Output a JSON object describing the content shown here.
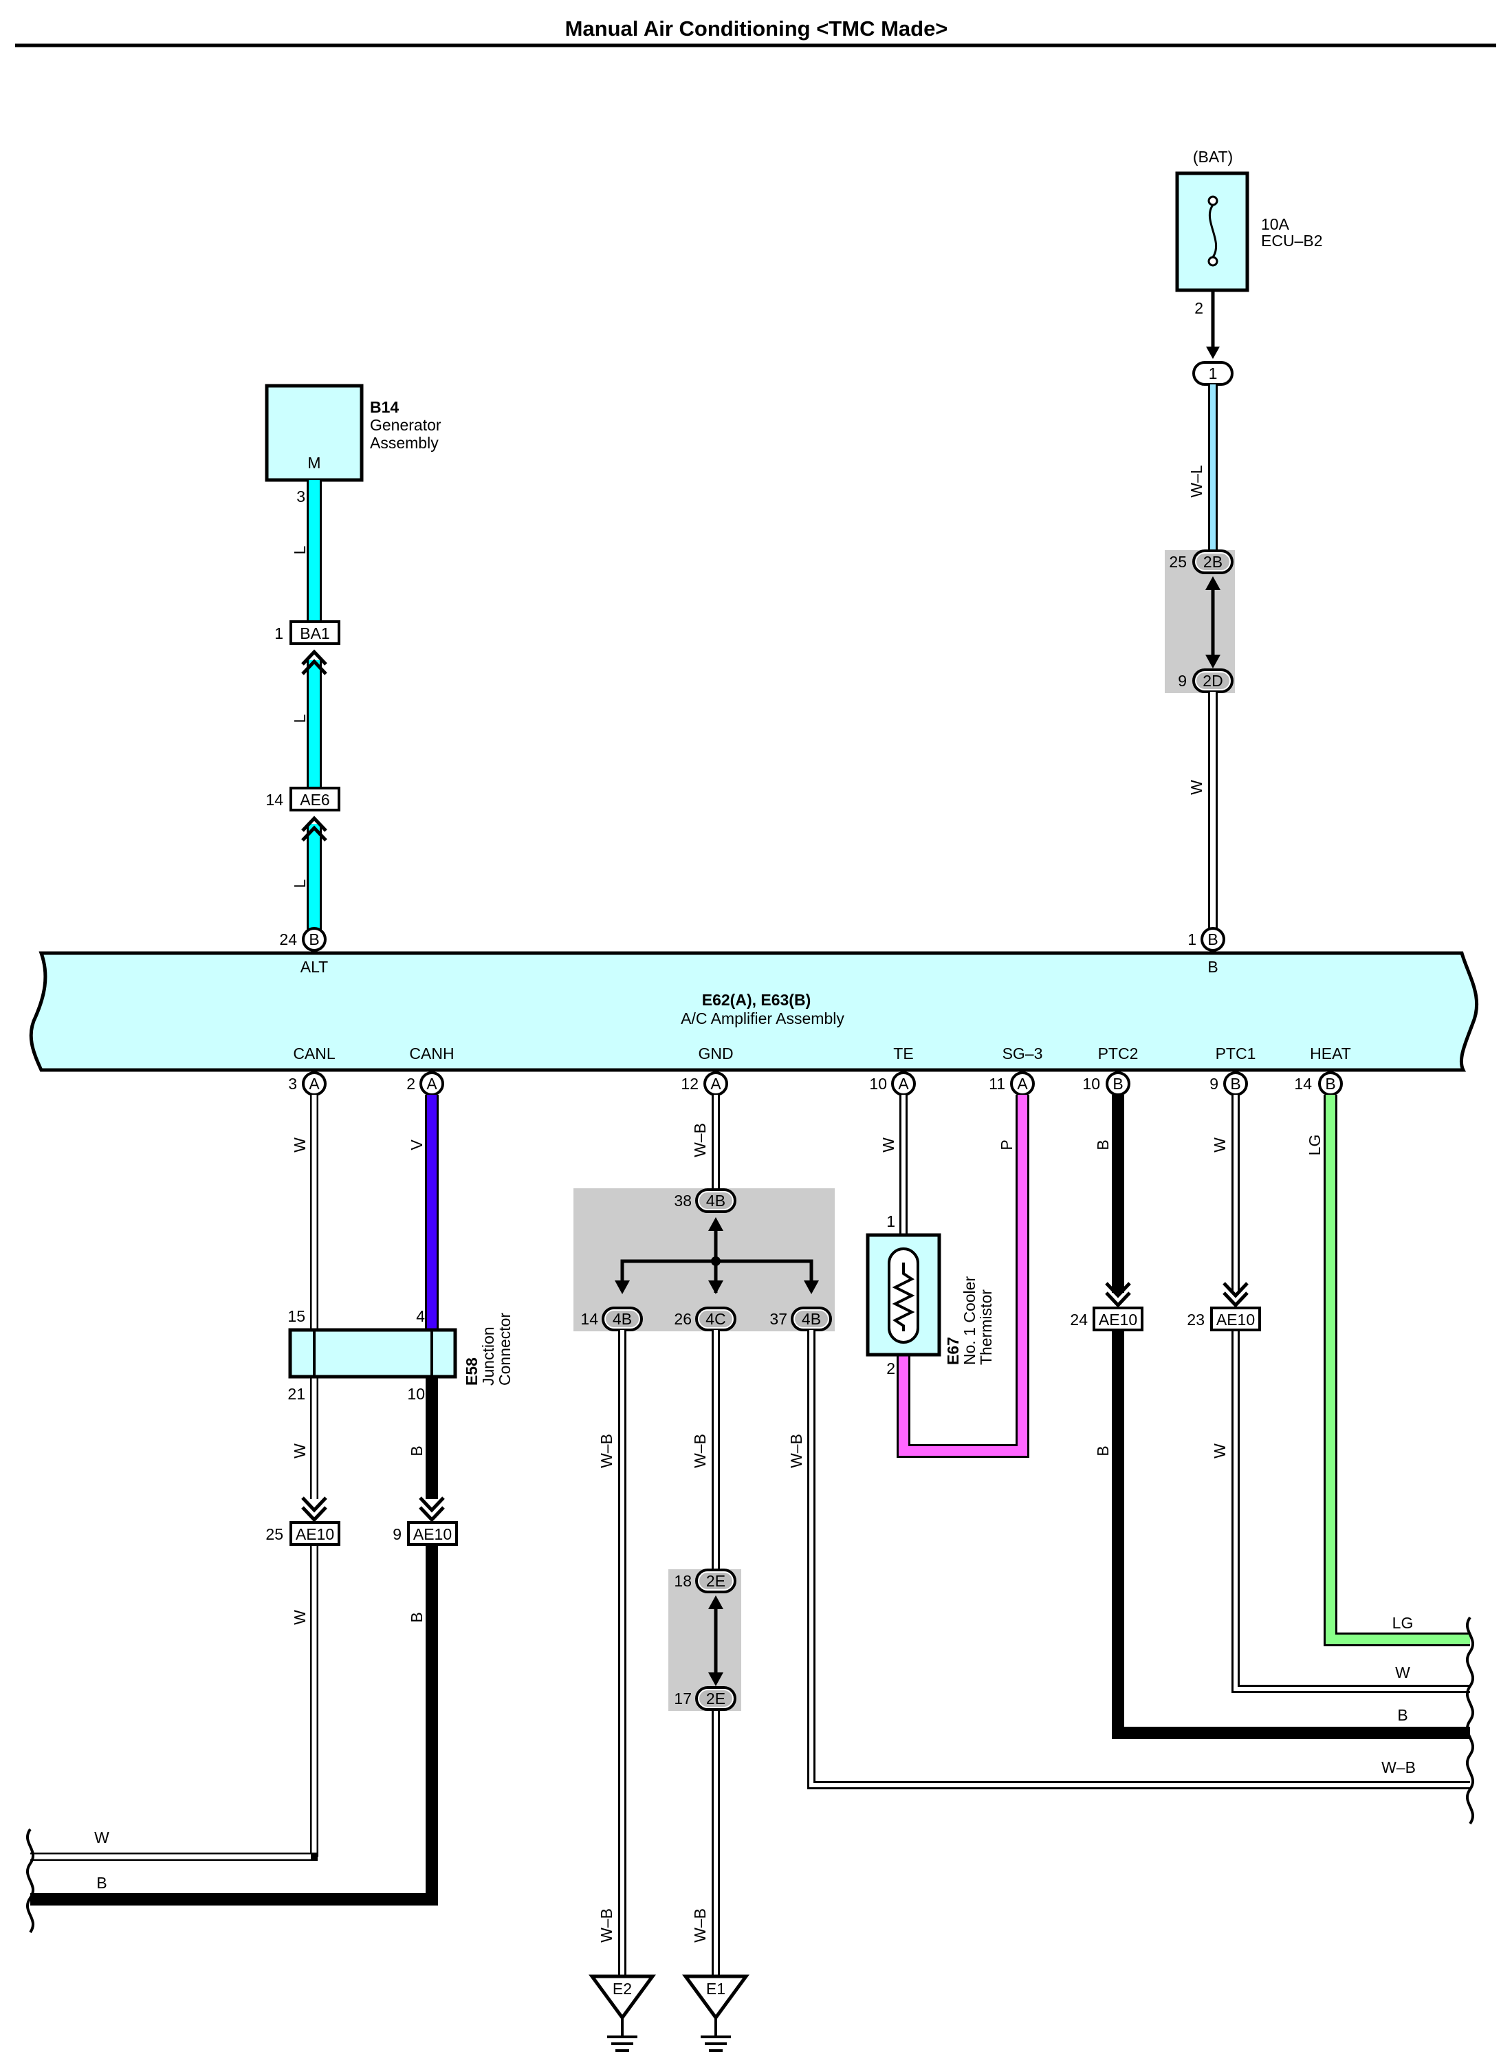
{
  "title": "Manual Air Conditioning <TMC Made>",
  "colors": {
    "L": "#00ffff",
    "W_L": "#99e6ff",
    "V": "#4400ff",
    "P": "#ff66ff",
    "LG": "#88ff88",
    "component_fill": "#ccffff",
    "splice_fill": "#cccccc"
  },
  "fuse": {
    "source": "(BAT)",
    "rating": "10A",
    "name": "ECU–B2",
    "pin": "2",
    "icon": "fuse-icon"
  },
  "generator": {
    "code": "B14",
    "name_line1": "Generator",
    "name_line2": "Assembly",
    "terminal": "M",
    "pin": "3"
  },
  "amplifier": {
    "code": "E62(A), E63(B)",
    "name": "A/C Amplifier Assembly",
    "top_pins": [
      {
        "num": "24",
        "conn": "B",
        "label": "ALT"
      },
      {
        "num": "1",
        "conn": "B",
        "label": "B"
      }
    ],
    "bottom_pins": [
      {
        "num": "3",
        "conn": "A",
        "label": "CANL"
      },
      {
        "num": "2",
        "conn": "A",
        "label": "CANH"
      },
      {
        "num": "12",
        "conn": "A",
        "label": "GND"
      },
      {
        "num": "10",
        "conn": "A",
        "label": "TE"
      },
      {
        "num": "11",
        "conn": "A",
        "label": "SG–3"
      },
      {
        "num": "10",
        "conn": "B",
        "label": "PTC2"
      },
      {
        "num": "9",
        "conn": "B",
        "label": "PTC1"
      },
      {
        "num": "14",
        "conn": "B",
        "label": "HEAT"
      }
    ]
  },
  "connectors": {
    "ba1": {
      "pin": "1",
      "name": "BA1"
    },
    "ae6": {
      "pin": "14",
      "name": "AE6"
    },
    "fuse_j1": {
      "name": "1"
    },
    "j2b": {
      "pin": "25",
      "name": "2B"
    },
    "j2d": {
      "pin": "9",
      "name": "2D"
    },
    "ae10_canl": {
      "pin": "25",
      "name": "AE10"
    },
    "ae10_canh": {
      "pin": "9",
      "name": "AE10"
    },
    "ae10_ptc2": {
      "pin": "24",
      "name": "AE10"
    },
    "ae10_ptc1": {
      "pin": "23",
      "name": "AE10"
    },
    "j4b_38": {
      "pin": "38",
      "name": "4B"
    },
    "j4b_14": {
      "pin": "14",
      "name": "4B"
    },
    "j4c_26": {
      "pin": "26",
      "name": "4C"
    },
    "j4b_37": {
      "pin": "37",
      "name": "4B"
    },
    "j2e_18": {
      "pin": "18",
      "name": "2E"
    },
    "j2e_17": {
      "pin": "17",
      "name": "2E"
    }
  },
  "junction_connector": {
    "code": "E58",
    "name_line1": "Junction",
    "name_line2": "Connector",
    "pins": [
      "15",
      "4",
      "21",
      "10"
    ]
  },
  "thermistor": {
    "code": "E67",
    "name_line1": "No. 1 Cooler",
    "name_line2": "Thermistor",
    "pin_top": "1",
    "pin_bottom": "2",
    "icon": "thermistor-icon"
  },
  "grounds": [
    {
      "name": "E2"
    },
    {
      "name": "E1"
    }
  ],
  "wire_labels": {
    "gen_1": "L",
    "gen_2": "L",
    "gen_3": "L",
    "bat_1": "W–L",
    "bat_2": "W",
    "canl_1": "W",
    "canl_2": "W",
    "canl_3": "W",
    "canl_out": "W",
    "canh_1": "V",
    "canh_2": "B",
    "canh_3": "B",
    "canh_out": "B",
    "gnd_top": "W–B",
    "gnd_14": "W–B",
    "gnd_26": "W–B",
    "gnd_37": "W–B",
    "gnd_e2": "W–B",
    "gnd_e1": "W–B",
    "te": "W",
    "sg3": "P",
    "ptc2_1": "B",
    "ptc2_2": "B",
    "ptc1_1": "W",
    "ptc1_2": "W",
    "heat": "LG",
    "out_lg": "LG",
    "out_w": "W",
    "out_b": "B",
    "out_wb": "W–B"
  }
}
